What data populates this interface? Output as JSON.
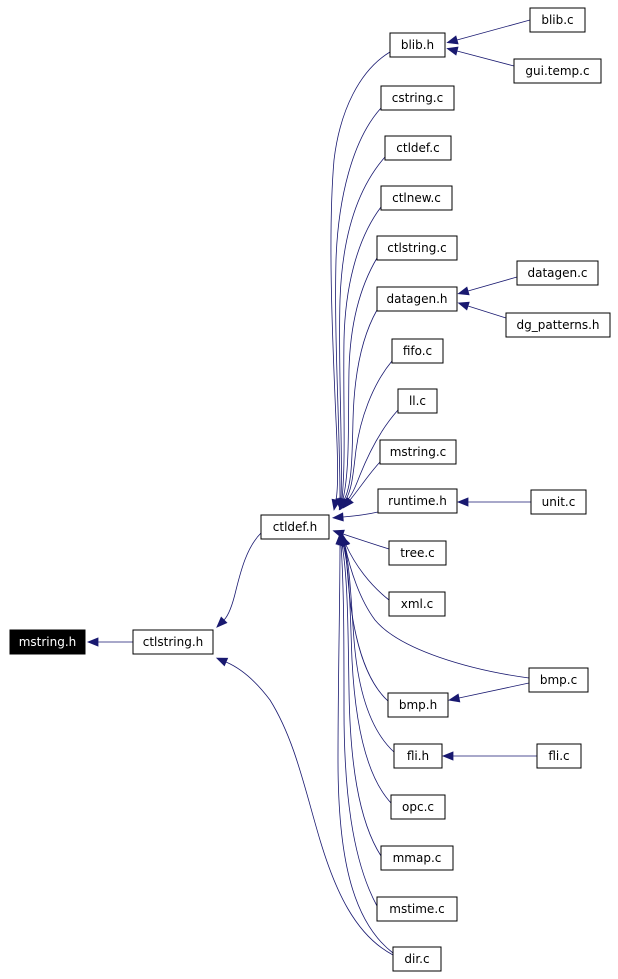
{
  "colors": {
    "edge": "#191970",
    "root_fill": "#000000",
    "root_text": "#ffffff",
    "node_fill": "#ffffff",
    "node_border": "#000000"
  },
  "nodes": {
    "mstring_h": "mstring.h",
    "ctlstring_h": "ctlstring.h",
    "ctldef_h": "ctldef.h",
    "blib_h": "blib.h",
    "blib_c": "blib.c",
    "gui_temp_c": "gui.temp.c",
    "cstring_c": "cstring.c",
    "ctldef_c": "ctldef.c",
    "ctlnew_c": "ctlnew.c",
    "ctlstring_c": "ctlstring.c",
    "datagen_h": "datagen.h",
    "datagen_c": "datagen.c",
    "dg_patterns_h": "dg_patterns.h",
    "fifo_c": "fifo.c",
    "ll_c": "ll.c",
    "mstring_c": "mstring.c",
    "runtime_h": "runtime.h",
    "unit_c": "unit.c",
    "tree_c": "tree.c",
    "xml_c": "xml.c",
    "bmp_c": "bmp.c",
    "bmp_h": "bmp.h",
    "fli_h": "fli.h",
    "fli_c": "fli.c",
    "opc_c": "opc.c",
    "mmap_c": "mmap.c",
    "mstime_c": "mstime.c",
    "dir_c": "dir.c"
  },
  "edges": [
    [
      "ctlstring_h",
      "mstring_h"
    ],
    [
      "ctldef_h",
      "ctlstring_h"
    ],
    [
      "dir_c",
      "ctlstring_h"
    ],
    [
      "blib_h",
      "ctldef_h"
    ],
    [
      "cstring_c",
      "ctldef_h"
    ],
    [
      "ctldef_c",
      "ctldef_h"
    ],
    [
      "ctlnew_c",
      "ctldef_h"
    ],
    [
      "ctlstring_c",
      "ctldef_h"
    ],
    [
      "datagen_h",
      "ctldef_h"
    ],
    [
      "fifo_c",
      "ctldef_h"
    ],
    [
      "ll_c",
      "ctldef_h"
    ],
    [
      "mstring_c",
      "ctldef_h"
    ],
    [
      "runtime_h",
      "ctldef_h"
    ],
    [
      "tree_c",
      "ctldef_h"
    ],
    [
      "xml_c",
      "ctldef_h"
    ],
    [
      "bmp_c",
      "ctldef_h"
    ],
    [
      "bmp_h",
      "ctldef_h"
    ],
    [
      "fli_h",
      "ctldef_h"
    ],
    [
      "opc_c",
      "ctldef_h"
    ],
    [
      "mmap_c",
      "ctldef_h"
    ],
    [
      "mstime_c",
      "ctldef_h"
    ],
    [
      "dir_c",
      "ctldef_h"
    ],
    [
      "blib_c",
      "blib_h"
    ],
    [
      "gui_temp_c",
      "blib_h"
    ],
    [
      "datagen_c",
      "datagen_h"
    ],
    [
      "dg_patterns_h",
      "datagen_h"
    ],
    [
      "unit_c",
      "runtime_h"
    ],
    [
      "bmp_c",
      "bmp_h"
    ],
    [
      "fli_c",
      "fli_h"
    ]
  ]
}
